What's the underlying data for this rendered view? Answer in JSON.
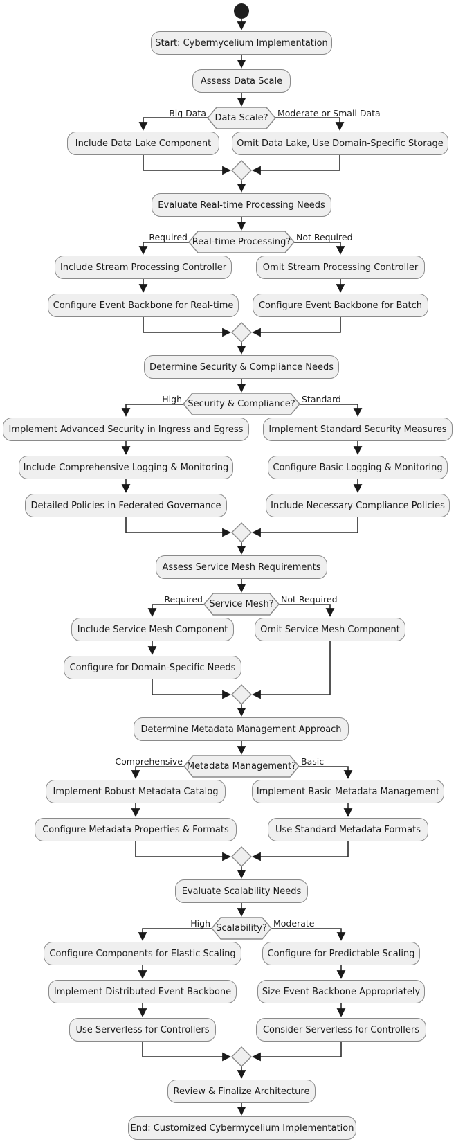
{
  "flowchart": {
    "start_node": "Start: Cybermycelium Implementation",
    "final_step": "Review & Finalize Architecture",
    "end_node": "End: Customized Cybermycelium Implementation",
    "sections": [
      {
        "intro": "Assess Data Scale",
        "question": "Data Scale?",
        "left_label": "Big Data",
        "right_label": "Moderate or Small Data",
        "left_steps": [
          "Include Data Lake Component"
        ],
        "right_steps": [
          "Omit Data Lake, Use Domain-Specific Storage"
        ]
      },
      {
        "intro": "Evaluate Real-time Processing Needs",
        "question": "Real-time Processing?",
        "left_label": "Required",
        "right_label": "Not Required",
        "left_steps": [
          "Include Stream Processing Controller",
          "Configure Event Backbone for Real-time"
        ],
        "right_steps": [
          "Omit Stream Processing Controller",
          "Configure Event Backbone for Batch"
        ]
      },
      {
        "intro": "Determine Security & Compliance Needs",
        "question": "Security & Compliance?",
        "left_label": "High",
        "right_label": "Standard",
        "left_steps": [
          "Implement Advanced Security in Ingress and Egress",
          "Include Comprehensive Logging & Monitoring",
          "Detailed Policies in Federated Governance"
        ],
        "right_steps": [
          "Implement Standard Security Measures",
          "Configure Basic Logging & Monitoring",
          "Include Necessary Compliance Policies"
        ]
      },
      {
        "intro": "Assess Service Mesh Requirements",
        "question": "Service Mesh?",
        "left_label": "Required",
        "right_label": "Not Required",
        "left_steps": [
          "Include Service Mesh Component",
          "Configure for Domain-Specific Needs"
        ],
        "right_steps": [
          "Omit Service Mesh Component"
        ]
      },
      {
        "intro": "Determine Metadata Management Approach",
        "question": "Metadata Management?",
        "left_label": "Comprehensive",
        "right_label": "Basic",
        "left_steps": [
          "Implement Robust Metadata Catalog",
          "Configure Metadata Properties & Formats"
        ],
        "right_steps": [
          "Implement Basic Metadata Management",
          "Use Standard Metadata Formats"
        ]
      },
      {
        "intro": "Evaluate Scalability Needs",
        "question": "Scalability?",
        "left_label": "High",
        "right_label": "Moderate",
        "left_steps": [
          "Configure Components for Elastic Scaling",
          "Implement Distributed Event Backbone",
          "Use Serverless for Controllers"
        ],
        "right_steps": [
          "Configure for Predictable Scaling",
          "Size Event Backbone Appropriately",
          "Consider Serverless for Controllers"
        ]
      }
    ],
    "colors": {
      "node_fill": "#efefef",
      "node_border": "#8a8a8a",
      "line": "#2b2b2b",
      "text": "#1a1a1a",
      "start_fill": "#1f1f1f"
    }
  }
}
